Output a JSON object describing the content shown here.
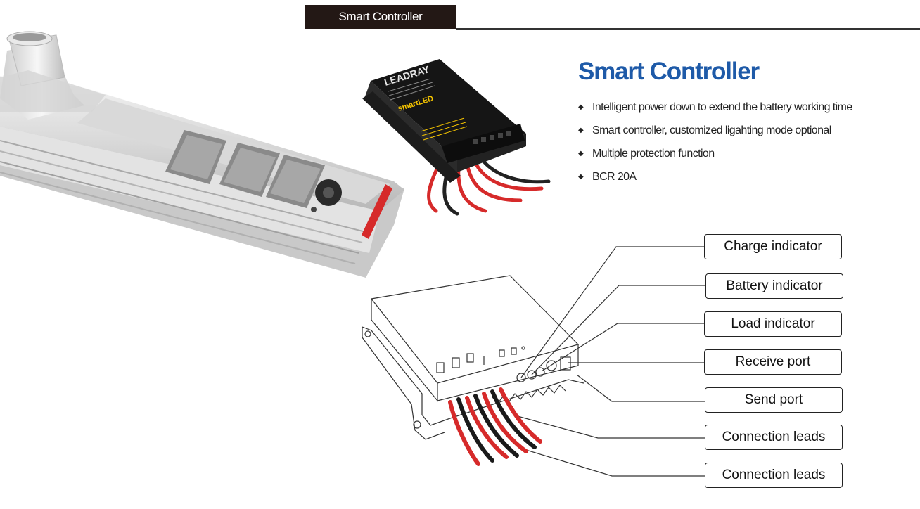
{
  "tab": {
    "label": "Smart Controller"
  },
  "heading": "Smart Controller",
  "features": [
    "Intelligent power down to extend the battery working time",
    "Smart controller, customized ligahting mode optional",
    "Multiple protection function",
    "BCR 20A"
  ],
  "bullet_glyph": "◆",
  "product": {
    "brand": "LEADRAY",
    "tag": "smartLED"
  },
  "callouts": [
    "Charge indicator",
    "Battery indicator",
    "Load indicator",
    "Receive port",
    "Send port",
    "Connection leads",
    "Connection leads"
  ],
  "colors": {
    "heading": "#1e5aa8",
    "tab_bg": "#231815",
    "cable_red": "#d62a2a",
    "led_amber": "#f5c400"
  }
}
